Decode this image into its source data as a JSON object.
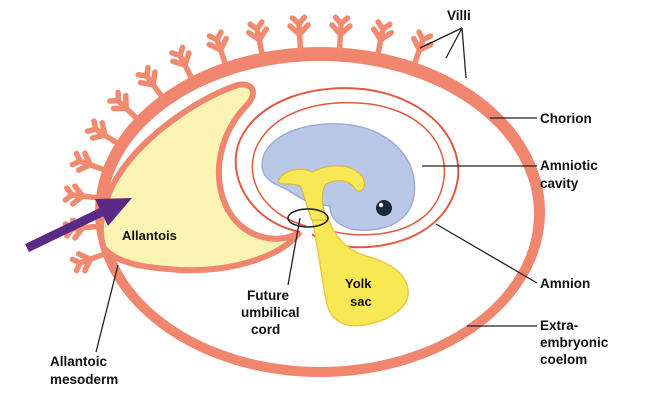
{
  "labels": {
    "villi": "Villi",
    "chorion": "Chorion",
    "amniotic_cavity": [
      "Amniotic",
      "cavity"
    ],
    "amnion": "Amnion",
    "extraembryonic_coelom": [
      "Extra-",
      "embryonic",
      "coelom"
    ],
    "allantois": "Allantois",
    "yolk_sac": [
      "Yolk",
      "sac"
    ],
    "future_umbilical_cord": [
      "Future",
      "umbilical",
      "cord"
    ],
    "allantoic_mesoderm": [
      "Allantoic",
      "mesoderm"
    ]
  },
  "colors": {
    "chorion": "#f1866e",
    "villi": "#f28a6f",
    "allantois": "#fbf3b4",
    "amnion_line": "#e05a42",
    "embryo": "#b9c8e6",
    "yolk": "#f8e856",
    "arrow": "#5b2a86",
    "leader_line": "#222222"
  }
}
